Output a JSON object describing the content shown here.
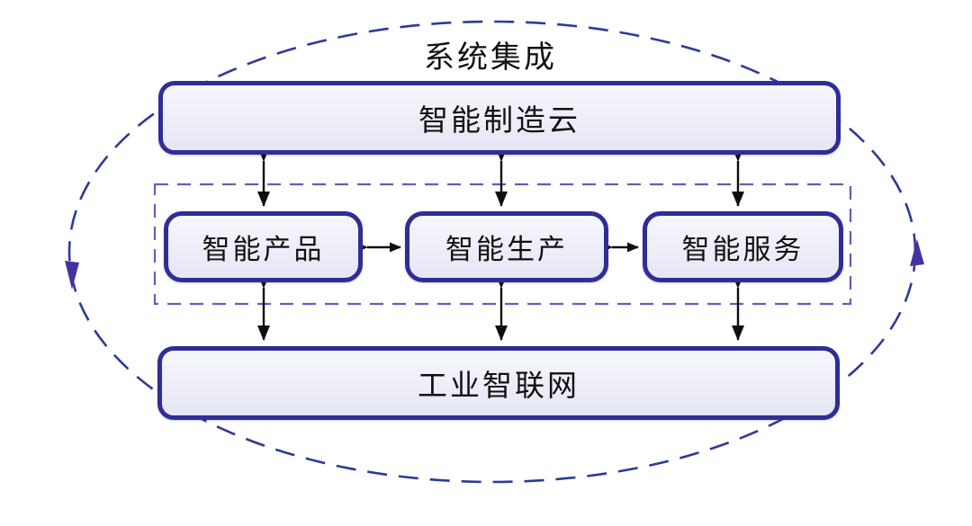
{
  "diagram": {
    "title": "系统集成",
    "nodes": {
      "cloud": {
        "label": "智能制造云"
      },
      "product": {
        "label": "智能产品"
      },
      "production": {
        "label": "智能生产"
      },
      "service": {
        "label": "智能服务"
      },
      "network": {
        "label": "工业智联网"
      }
    },
    "colors": {
      "node_border": "#2e2e96",
      "node_fill_top": "#f6f7fc",
      "node_fill_bottom": "#e5e6f4",
      "dashed_box_border": "#5b61c2",
      "ellipse_stroke": "#2c3a9a",
      "ellipse_arrow": "#46339f",
      "arrow": "#0e0e0e",
      "text": "#111111",
      "background": "#ffffff"
    }
  }
}
